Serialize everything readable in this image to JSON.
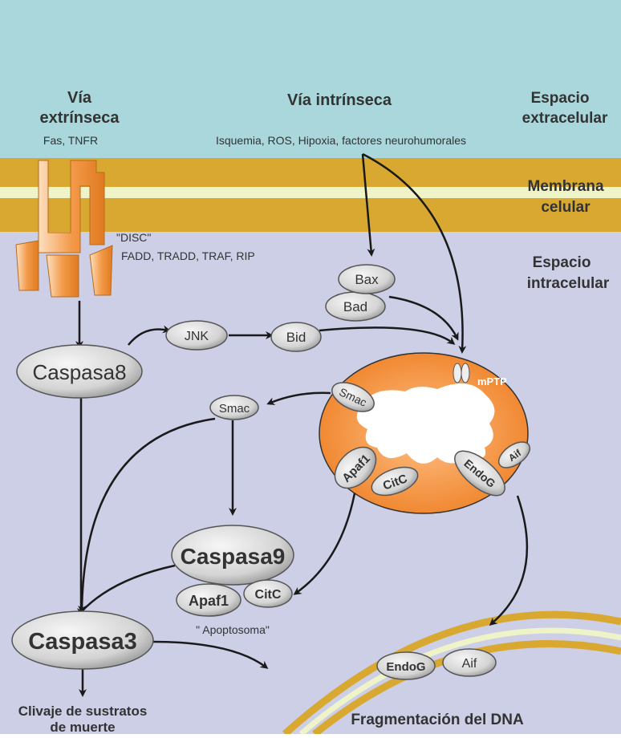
{
  "colors": {
    "extracellular": "#a9d7db",
    "membrane": "#d8a830",
    "membrane_inner": "#eef3c8",
    "intracellular": "#cccfe6",
    "mitochondrion": "#f08a32",
    "receptor": "#f4a455",
    "node_fill": "#d7d7d7",
    "arrow": "#1a1a1a"
  },
  "labels": {
    "via_extrinseca_1": "Vía",
    "via_extrinseca_2": "extrínseca",
    "fas_tnfr": "Fas, TNFR",
    "via_intrinseca": "Vía intrínseca",
    "stimuli": "Isquemia, ROS, Hipoxia, factores neurohumorales",
    "espacio_extra_1": "Espacio",
    "espacio_extra_2": "extracelular",
    "membrana_1": "Membrana",
    "membrana_2": "celular",
    "espacio_intra_1": "Espacio",
    "espacio_intra_2": "intracelular",
    "disc": "\"DISC\"",
    "disc_proteins": "FADD, TRADD, TRAF, RIP",
    "apoptosoma": "\" Apoptosoma\"",
    "clivaje_1": "Clivaje de sustratos",
    "clivaje_2": "de muerte",
    "fragmentacion": "Fragmentación del DNA",
    "mptp": "mPTP"
  },
  "nodes": {
    "caspasa8": "Caspasa8",
    "jnk": "JNK",
    "bid": "Bid",
    "bad": "Bad",
    "bax": "Bax",
    "smac": "Smac",
    "smac_mito": "Smac",
    "apaf1_mito": "Apaf1",
    "citc_mito": "CitC",
    "endog_mito": "EndoG",
    "aif_mito": "Aif",
    "caspasa9": "Caspasa9",
    "apaf1": "Apaf1",
    "citc": "CitC",
    "caspasa3": "Caspasa3",
    "endog_nuc": "EndoG",
    "aif_nuc": "Aif"
  }
}
